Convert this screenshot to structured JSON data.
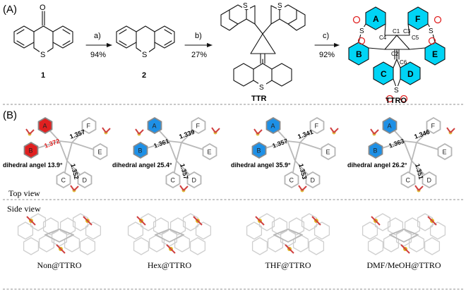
{
  "panel_a": {
    "label": "(A)",
    "compound_1": "1",
    "compound_2": "2",
    "compound_ttr": "TTR",
    "compound_ttro": "TTRO",
    "step_a": {
      "reagent": "a)",
      "yield": "94%"
    },
    "step_b": {
      "reagent": "b)",
      "yield": "27%"
    },
    "step_c": {
      "reagent": "c)",
      "yield": "92%"
    },
    "atoms": {
      "o": "O",
      "s": "S"
    },
    "ttro_rings": [
      "A",
      "B",
      "C",
      "D",
      "E",
      "F"
    ],
    "ttro_carbons": [
      "C4",
      "C1",
      "C3",
      "C5",
      "C2",
      "C6"
    ],
    "colors": {
      "ring_fill": "#00d4f5",
      "oxygen": "#e02020",
      "bond": "#111111"
    }
  },
  "panel_b": {
    "label": "(B)",
    "top_view_label": "Top view",
    "side_view_label": "Side view",
    "structures": [
      {
        "name": "Non@TTRO",
        "dihedral": "dihedral angel 13.9°",
        "bonds": [
          "1.372",
          "1.357",
          "1.352"
        ],
        "color": "#e02020"
      },
      {
        "name": "Hex@TTRO",
        "dihedral": "dihedral angel 25.4°",
        "bonds": [
          "1.361",
          "1.339",
          "1.357"
        ],
        "color": "#1e90e6"
      },
      {
        "name": "THF@TTRO",
        "dihedral": "dihedral angel 35.9°",
        "bonds": [
          "1.357",
          "1.341",
          "1.353"
        ],
        "color": "#1e90e6"
      },
      {
        "name": "DMF/MeOH@TTRO",
        "dihedral": "dihedral angel 26.2°",
        "bonds": [
          "1.363",
          "1.346",
          "1.351"
        ],
        "color": "#1e90e6"
      }
    ],
    "ring_letters": [
      "A",
      "B",
      "C",
      "D",
      "E",
      "F"
    ]
  }
}
